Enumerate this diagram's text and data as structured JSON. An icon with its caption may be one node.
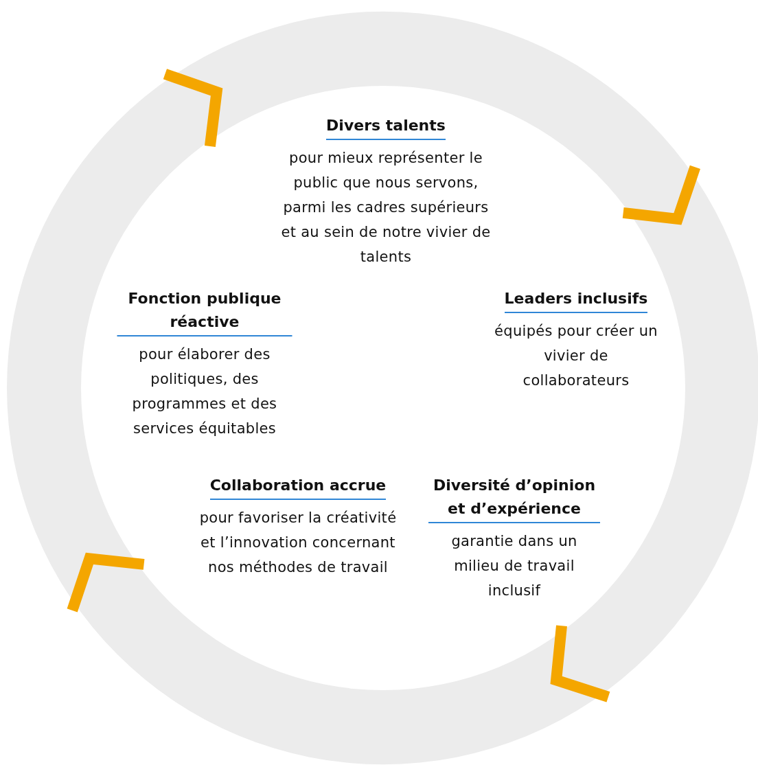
{
  "diagram": {
    "nodes": [
      {
        "text": [
          "Divers talents",
          "pour mieux représenter le public que nous servons, parmi les cadres supérieurs et au sein de notre vivier de talents"
        ]
      },
      {
        "text": [
          "Fonction publique réactive",
          "pour élaborer des politiques, des programmes et des services équitables"
        ]
      },
      {
        "text": [
          "Leaders inclusifs",
          "équipés pour créer un vivier de collaborateurs"
        ]
      },
      {
        "text": [
          "Collaboration accrue",
          "pour favoriser la créativité et l’innovation concernant nos méthodes de travail"
        ]
      },
      {
        "text": [
          "Diversité d’opinion et d’expérience",
          "garantie dans un milieu de travail inclusif"
        ]
      }
    ]
  }
}
